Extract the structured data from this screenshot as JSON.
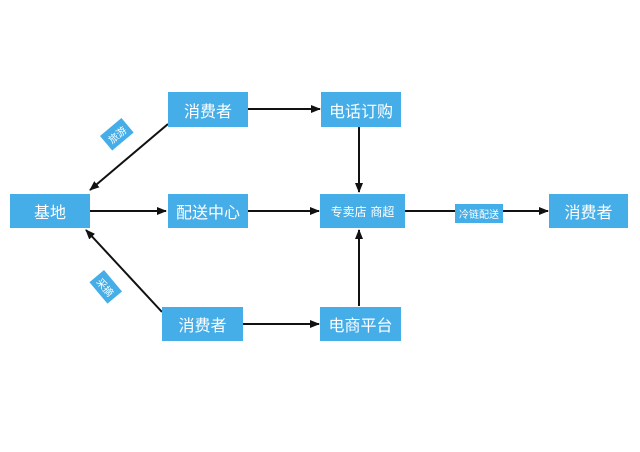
{
  "nodes": {
    "base": "基地",
    "consumer_top": "消费者",
    "phone_order": "电话订购",
    "distribution_center": "配送中心",
    "store": "专卖店 商超",
    "consumer_right": "消费者",
    "consumer_bottom": "消费者",
    "ecommerce": "电商平台"
  },
  "edge_labels": {
    "tourism": "旅游",
    "picking": "采摘",
    "cold_chain": "冷链配送"
  },
  "colors": {
    "node_fill": "#45ade7",
    "node_text": "#ffffff",
    "arrow": "#111111"
  }
}
